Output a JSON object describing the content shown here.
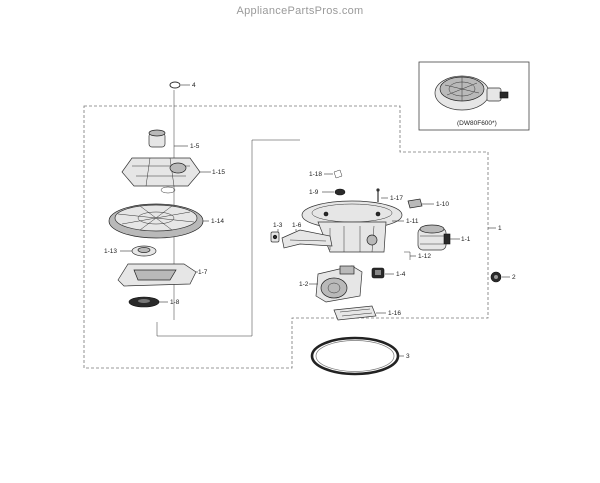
{
  "watermark": "AppliancePartsPros.com",
  "inset_caption": "(DW80F600*)",
  "callouts": {
    "c4": "4",
    "c1_5": "1-5",
    "c1_15": "1-15",
    "c1_14": "1-14",
    "c1_13": "1-13",
    "c1_7": "1-7",
    "c1_8": "1-8",
    "c1_18": "1-18",
    "c1_9": "1-9",
    "c1_17": "1-17",
    "c1_10": "1-10",
    "c1": "1",
    "c1_1": "1-1",
    "c1_11": "1-11",
    "c1_3": "1-3",
    "c1_6": "1-6",
    "c1_12": "1-12",
    "c1_4": "1-4",
    "c1_2": "1-2",
    "c2": "2",
    "c1_16": "1-16",
    "c3": "3"
  }
}
